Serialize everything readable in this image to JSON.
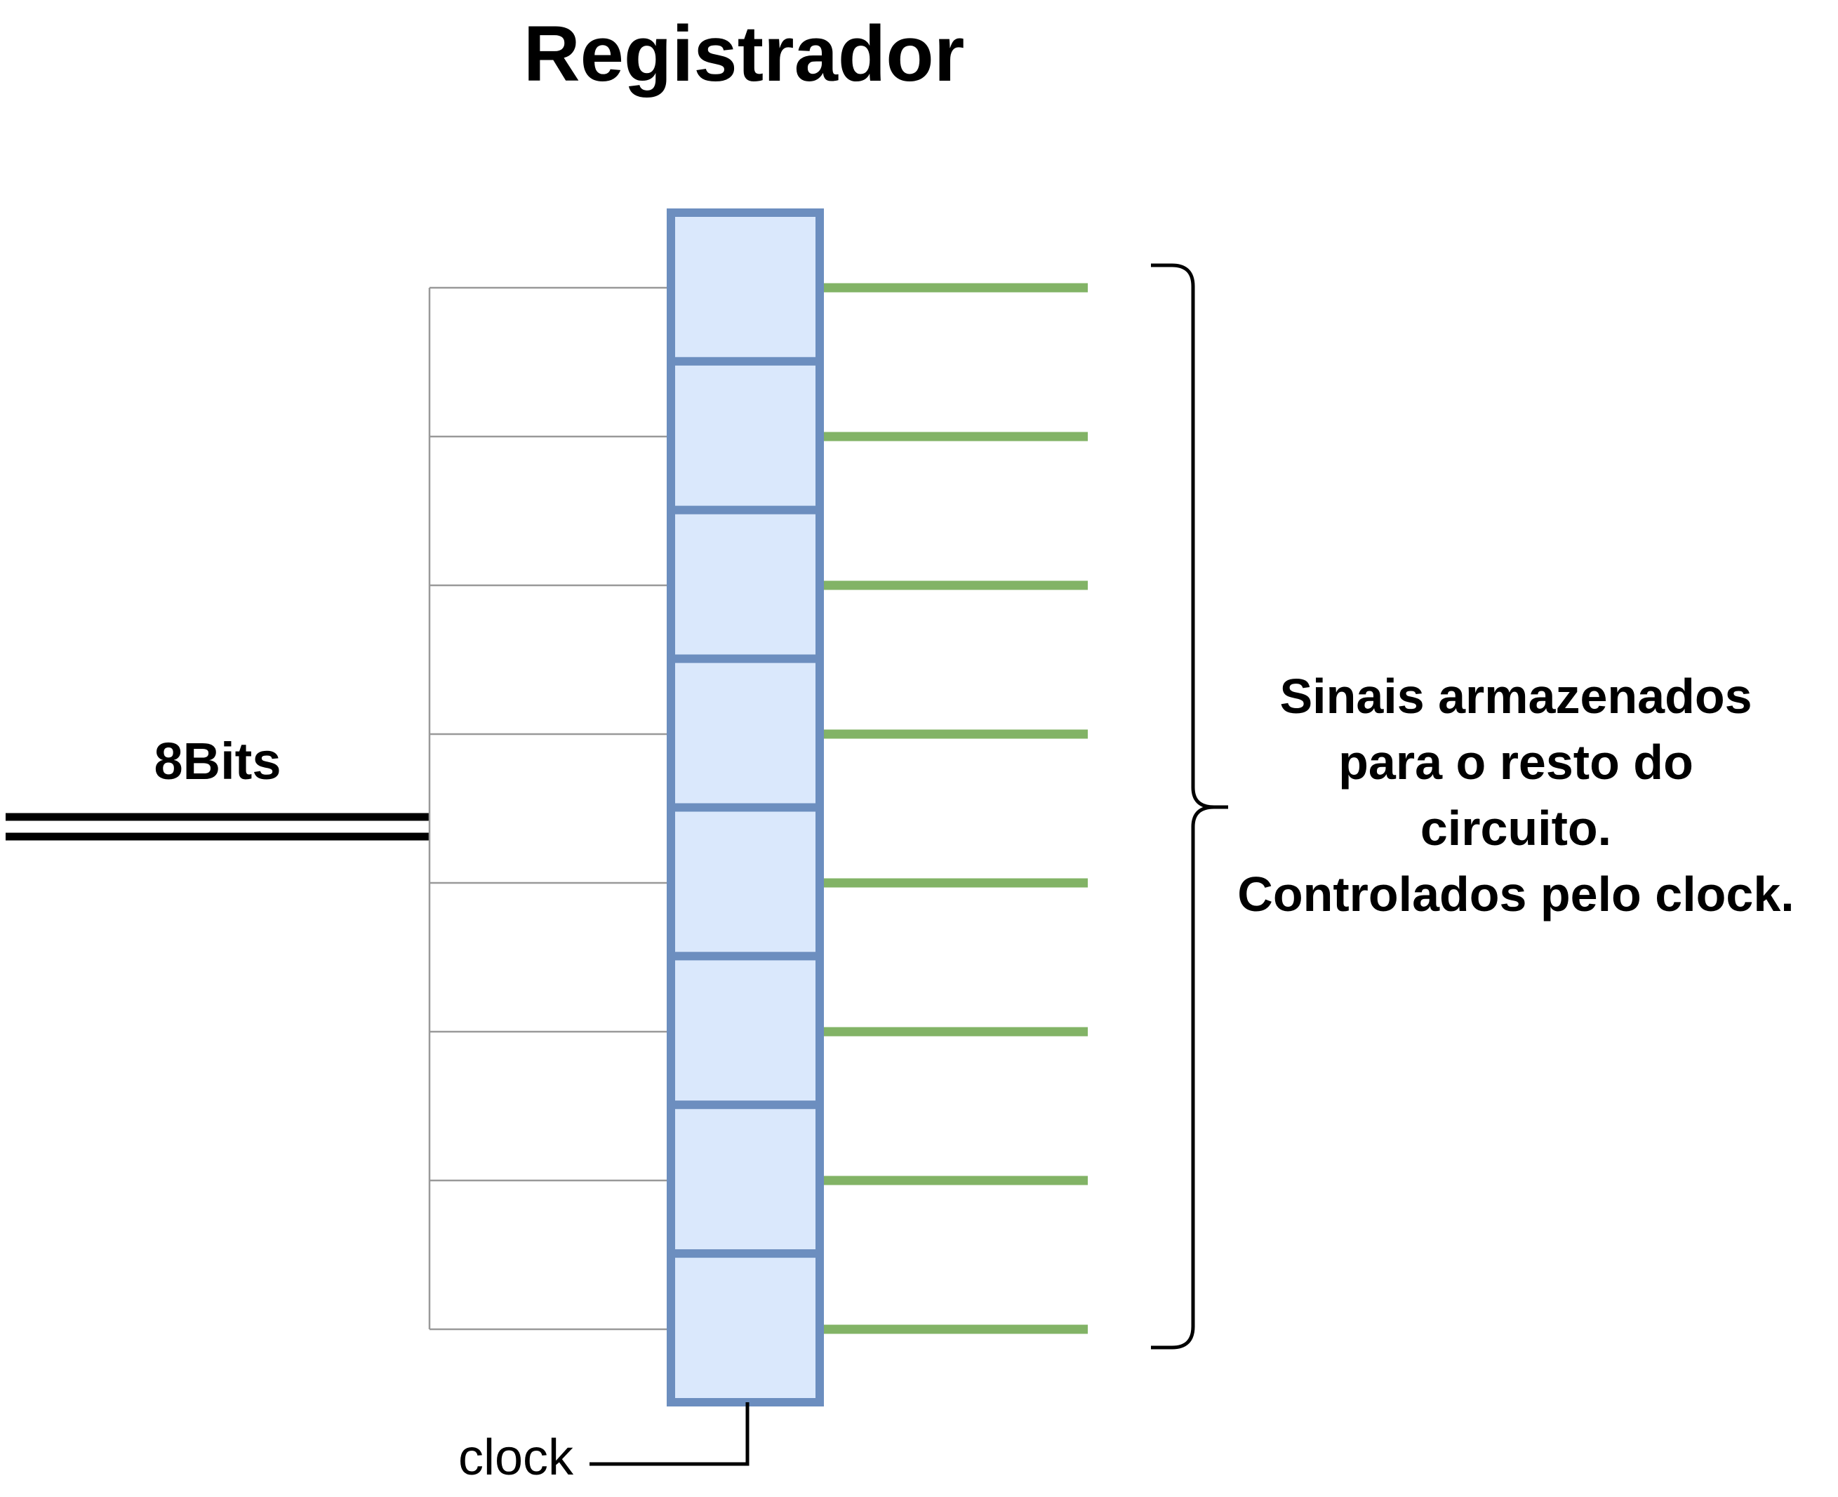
{
  "title": "Registrador",
  "input_bus": {
    "label": "8Bits"
  },
  "clock": {
    "label": "clock"
  },
  "output_caption": {
    "lines": [
      "Sinais armazenados",
      "para o resto do",
      "circuito.",
      "Controlados pelo clock."
    ]
  },
  "register": {
    "bit_cells": 8
  },
  "colors": {
    "cell_fill": "#dae8fc",
    "cell_stroke": "#6c8ebf",
    "output_line": "#82b366",
    "input_line": "#999999",
    "bus_line": "#000000"
  }
}
